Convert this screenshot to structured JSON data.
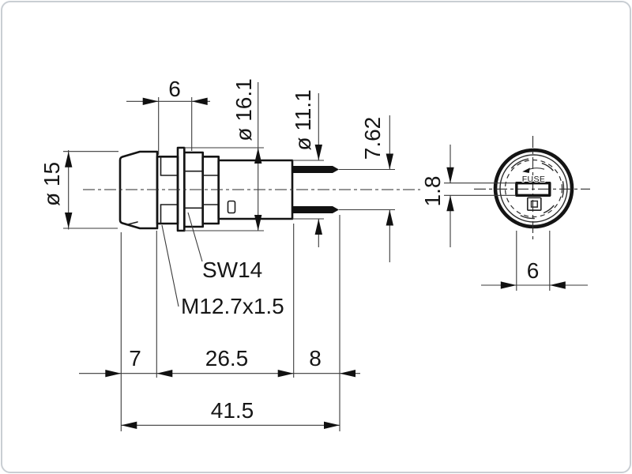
{
  "side_view": {
    "thread_length": "6",
    "cap_diameter": "ø 15",
    "flange_diameter": "ø 16.1",
    "body_diameter": "ø 11.1",
    "pin_pitch": "7.62",
    "wrench_size": "SW14",
    "thread_spec": "M12.7x1.5",
    "cap_length": "7",
    "body_length": "26.5",
    "pin_length": "8",
    "overall_length": "41.5"
  },
  "front_view": {
    "fuse_marking": "FUSE",
    "slot_width": "1.8",
    "slot_length": "6"
  },
  "colors": {
    "outline": "#141414",
    "dimension_line": "#3a3a3a",
    "text": "#161616",
    "background": "#ffffff"
  }
}
